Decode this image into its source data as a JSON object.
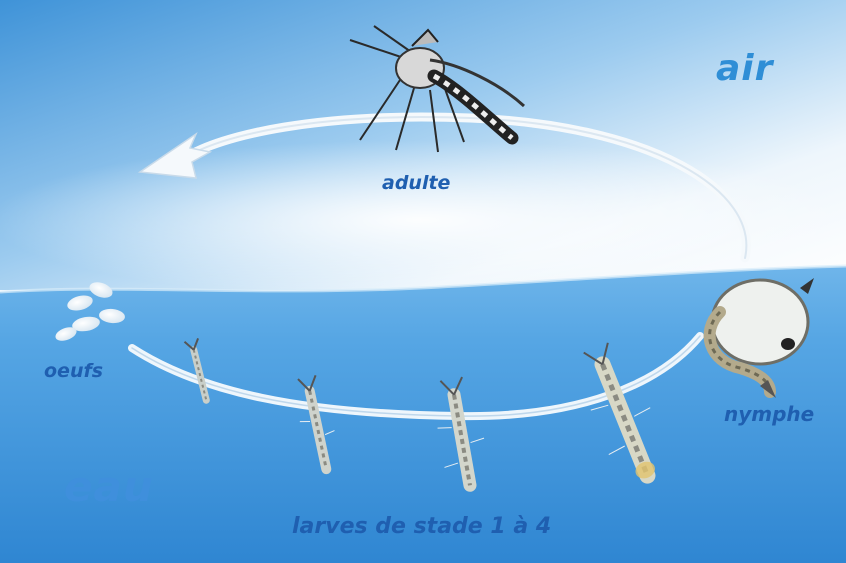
{
  "labels": {
    "air": "air",
    "adulte": "adulte",
    "oeufs": "oeufs",
    "nymphe": "nymphe",
    "eau": "eau",
    "larves": "larves de stade 1 à 4"
  },
  "colors": {
    "air_top": "#3f93d8",
    "air_bottom": "#ffffff",
    "water_top": "#5aa8e6",
    "water_bottom": "#2f86d2",
    "label_dark": "#1f5fb0",
    "label_light": "#3f8fdc",
    "cycle_arrow": "#f2f7fb"
  },
  "stages": [
    "adult-mosquito",
    "eggs",
    "larva-stage-1",
    "larva-stage-2",
    "larva-stage-3",
    "larva-stage-4",
    "pupa"
  ]
}
